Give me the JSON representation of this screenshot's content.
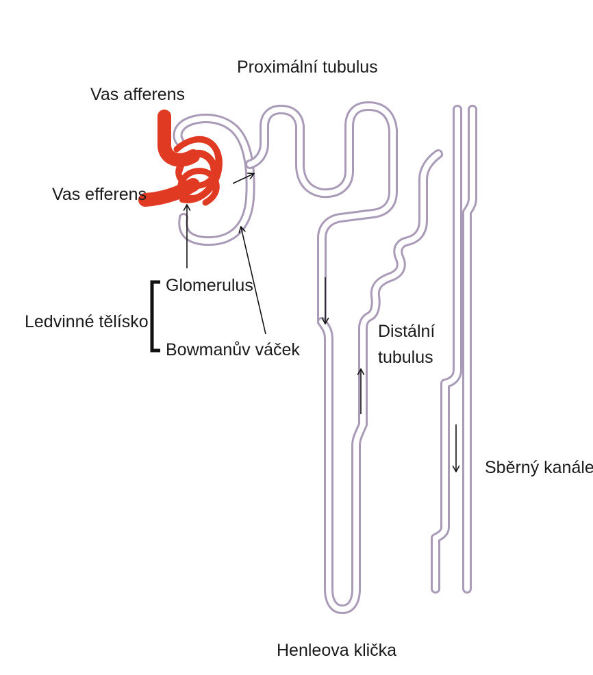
{
  "colors": {
    "tubule_wall": "#a99bb8",
    "vessel_red": "#e03a22",
    "vessel_shadow": "#b82814",
    "text": "#1a1a1a"
  },
  "labels": {
    "proximal_tubule": "Proximální tubulus",
    "vas_afferens": "Vas afferens",
    "vas_efferens": "Vas efferens",
    "glomerulus": "Glomerulus",
    "renal_corpuscle": "Ledvinné tělísko",
    "bowman_capsule": "Bowmanův váček",
    "distal_tubule_line1": "Distální",
    "distal_tubule_line2": "tubulus",
    "collecting_duct": "Sběrný kanálek",
    "loop_of_henle": "Henleova klička"
  },
  "icons": {
    "flow_arrow": "arrow-icon",
    "bracket": "bracket-icon"
  }
}
